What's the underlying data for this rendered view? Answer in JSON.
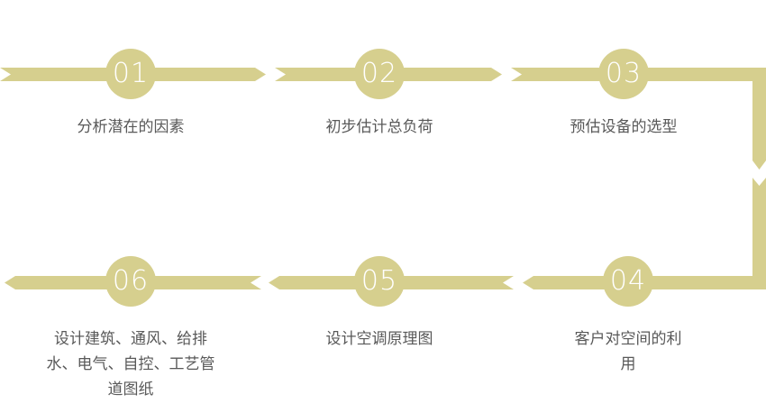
{
  "diagram": {
    "title": "design-process-flow",
    "accent_color": "#d6cf8e",
    "number_color": "#ffffff",
    "label_color": "#595959",
    "steps": [
      {
        "number": "01",
        "label": "分析潜在的因素"
      },
      {
        "number": "02",
        "label": "初步估计总负荷"
      },
      {
        "number": "03",
        "label": "预估设备的选型"
      },
      {
        "number": "04",
        "label": "客户对空间的利\n用"
      },
      {
        "number": "05",
        "label": "设计空调原理图"
      },
      {
        "number": "06",
        "label": "设计建筑、通风、给排\n水、电气、自控、工艺管\n道图纸"
      }
    ]
  }
}
